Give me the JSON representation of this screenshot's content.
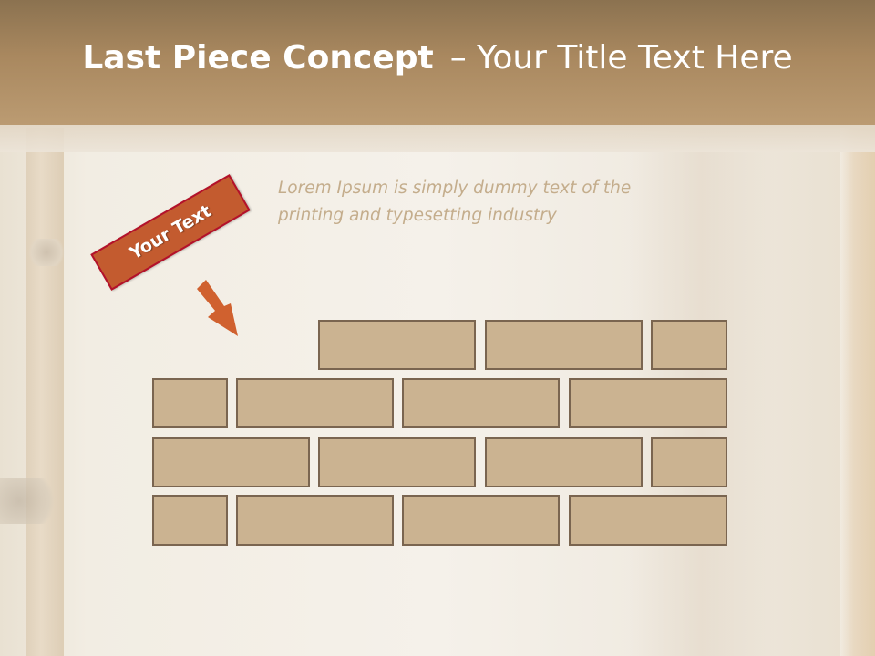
{
  "slide": {
    "title_bold": "Last Piece Concept",
    "title_rest": "– Your Title Text Here",
    "body_text_line1": "Lorem Ipsum is simply dummy text of the",
    "body_text_line2": "printing and typesetting industry",
    "tag_label": "Your Text"
  },
  "colors": {
    "header": "#a9885f",
    "brick_fill": "#cbb391",
    "brick_border": "#7a6550",
    "tag_fill": "#c35b2f",
    "tag_border": "#b3112b",
    "arrow": "#d0612f",
    "body_text": "#c4ad8c"
  },
  "icons": [
    "down-right-arrow-icon"
  ],
  "brick_wall": {
    "rows": 4,
    "missing_piece": "top-left of the wall (where the arrow points)"
  }
}
